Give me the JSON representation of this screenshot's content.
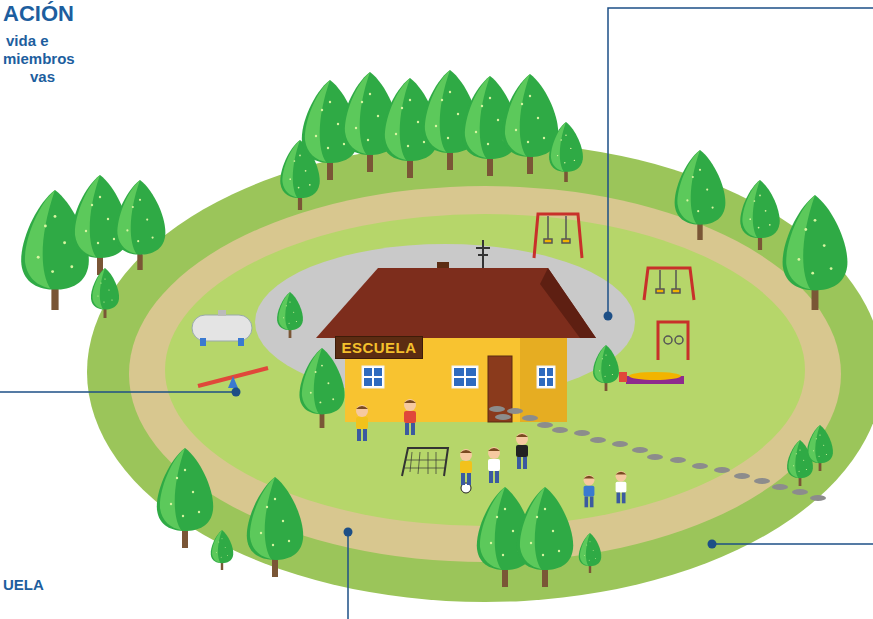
{
  "diagram": {
    "nodes": [
      {
        "text": [
          "ESCUELA"
        ]
      }
    ],
    "edges": [],
    "labels": [
      "ACIÓN",
      "vida e",
      "miembros",
      "vas",
      "UELA"
    ]
  }
}
